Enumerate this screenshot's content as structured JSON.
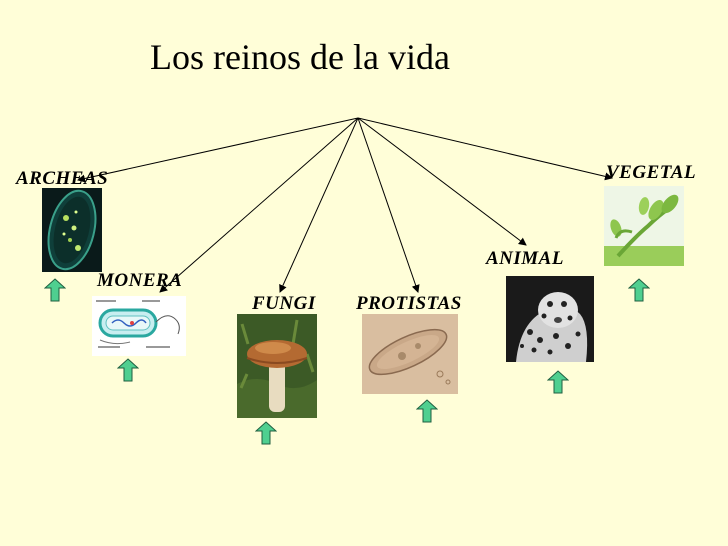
{
  "title": "Los reinos de la vida",
  "kingdoms": [
    {
      "name": "ARCHEAS",
      "image": "archaea-cell-micrograph"
    },
    {
      "name": "MONERA",
      "image": "bacteria-diagram"
    },
    {
      "name": "FUNGI",
      "image": "mushroom-photo"
    },
    {
      "name": "PROTISTAS",
      "image": "paramecium-micrograph"
    },
    {
      "name": "ANIMAL",
      "image": "leopard-photo"
    },
    {
      "name": "VEGETAL",
      "image": "plant-sprout-photo"
    }
  ],
  "colors": {
    "background": "#fffed8",
    "arrow_fill": "#4fcf90",
    "arrow_stroke": "#1f5f40",
    "line": "#000000"
  },
  "icons": [
    "up-arrow-icon"
  ]
}
